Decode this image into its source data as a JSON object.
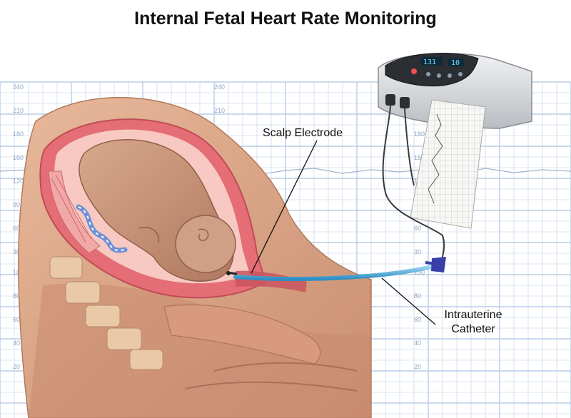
{
  "title": "Internal Fetal Heart Rate Monitoring",
  "labels": {
    "scalp_electrode": "Scalp Electrode",
    "catheter_line1": "Intrauterine",
    "catheter_line2": "Catheter"
  },
  "monitor": {
    "readout_left": "131",
    "readout_right": "10"
  },
  "strip_scale": {
    "upper_ticks": [
      "240",
      "210",
      "180",
      "150",
      "120",
      "90",
      "60",
      "30"
    ],
    "lower_ticks": [
      "100",
      "80",
      "60",
      "40",
      "20"
    ]
  },
  "colors": {
    "grid_line": "#b9cde6",
    "tissue": "#d9a98a",
    "tissue_dark": "#b97d62",
    "uterus_wall": "#e56d75",
    "amniotic": "#f7c9c2",
    "fetus": "#c69276",
    "catheter": "#58b6e6",
    "monitor_body": "#d8dadd",
    "monitor_panel": "#2b2e33"
  },
  "icons": {
    "monitor": "fetal-monitor-icon",
    "electrode": "scalp-electrode-icon"
  }
}
